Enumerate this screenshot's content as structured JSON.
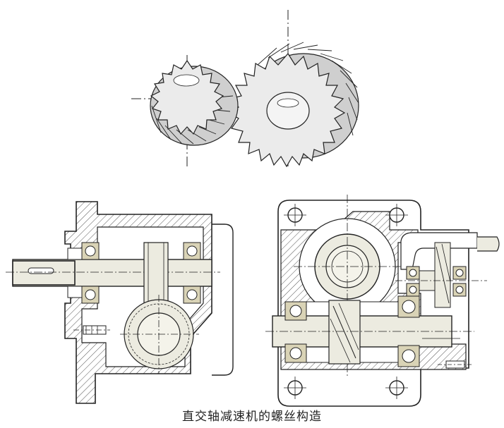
{
  "figure": {
    "caption": "直交轴减速机的螺丝构造",
    "views": [
      {
        "name": "helical-gear-pair",
        "items": [
          "pinion",
          "gear"
        ]
      },
      {
        "name": "section-view-left",
        "items": [
          "input-shaft",
          "bearings",
          "pinion-gear",
          "worm-wheel",
          "housing"
        ]
      },
      {
        "name": "section-view-right",
        "items": [
          "output-hub",
          "bearings",
          "worm-shaft",
          "housing",
          "mounting-holes"
        ]
      }
    ],
    "colors": {
      "line": "#222222",
      "gear_fill": "#e6e6e6",
      "part_fill": "#ecebe0",
      "bearing_fill": "#d9d3b6",
      "hatch": "#555555"
    }
  }
}
